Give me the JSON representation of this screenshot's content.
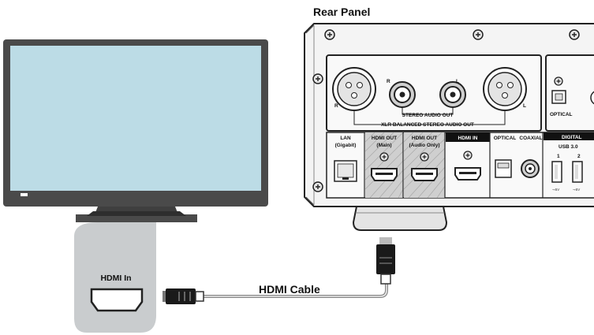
{
  "title": "Rear Panel",
  "tv": {
    "input_label": "HDMI In"
  },
  "cable": {
    "label": "HDMI Cable"
  },
  "panel": {
    "audio_channels": {
      "r": "R",
      "l": "L"
    },
    "stereo_out": "STEREO AUDIO OUT",
    "xlr_out": "XLR BALANCED STEREO AUDIO OUT",
    "lan": [
      "LAN",
      "(Gigabit)"
    ],
    "hdmi_out_main": [
      "HDMI OUT",
      "(Main)"
    ],
    "hdmi_out_audio": [
      "HDMI OUT",
      "(Audio Only)"
    ],
    "hdmi_in": "HDMI IN",
    "optical": "OPTICAL",
    "coaxial": "COAXIAL",
    "usb": "USB 3.0",
    "usb_ports": [
      "1",
      "2"
    ],
    "digital": "DIGITAL",
    "right_optical": "OPTICAL"
  },
  "colors": {
    "tv_frame": "#4a4a4a",
    "tv_screen": "#bcdce6",
    "connector_zone": "#c9ccce",
    "outline": "#222222"
  }
}
